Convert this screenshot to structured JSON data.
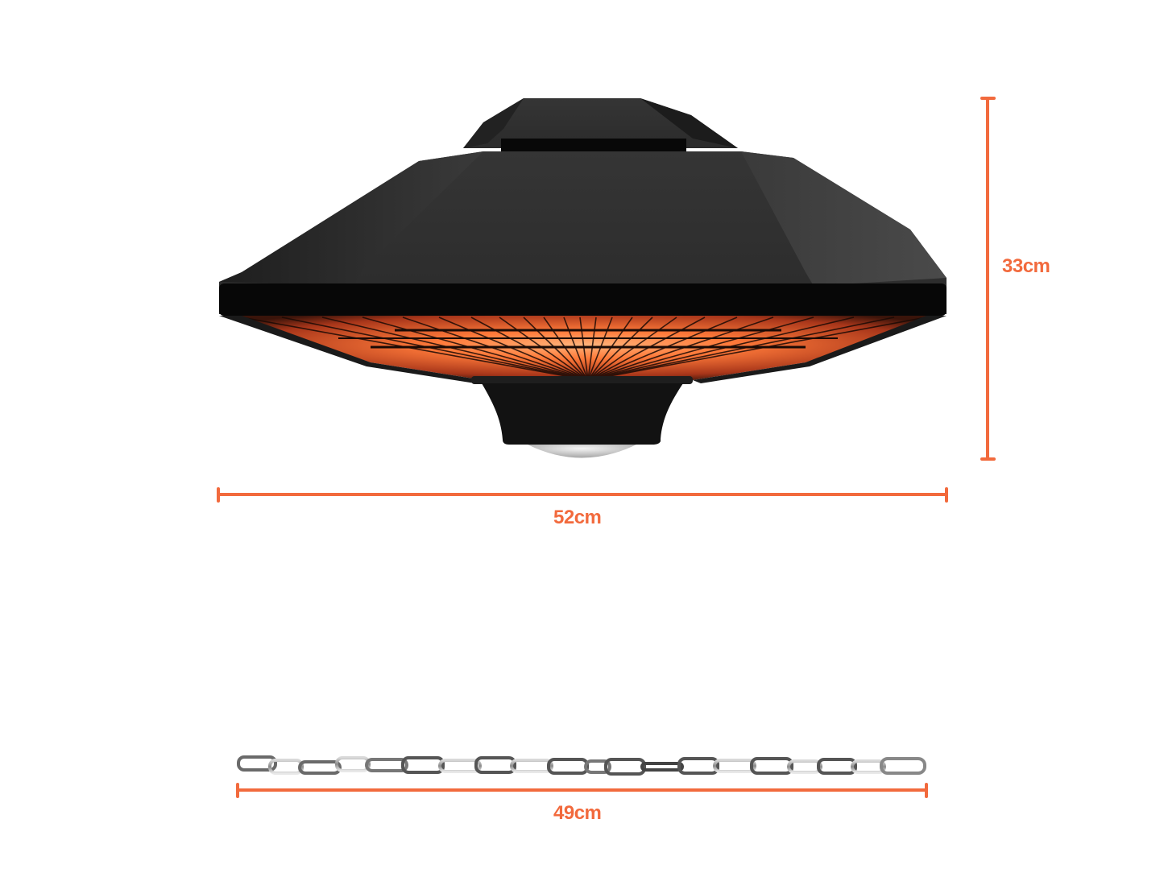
{
  "colors": {
    "accent": "#f26a3d",
    "heater_body": "#2a2a2a",
    "heater_dark": "#0b0b0b",
    "element_glow": "#ff7a3a",
    "background": "#ffffff"
  },
  "product": {
    "name_icon": "patio-heater-icon",
    "chain_icon": "chain-icon"
  },
  "dimensions": {
    "height": {
      "label": "33cm",
      "value": 33,
      "unit": "cm",
      "orientation": "vertical"
    },
    "width": {
      "label": "52cm",
      "value": 52,
      "unit": "cm",
      "orientation": "horizontal"
    },
    "chain_length": {
      "label": "49cm",
      "value": 49,
      "unit": "cm",
      "orientation": "horizontal"
    }
  }
}
